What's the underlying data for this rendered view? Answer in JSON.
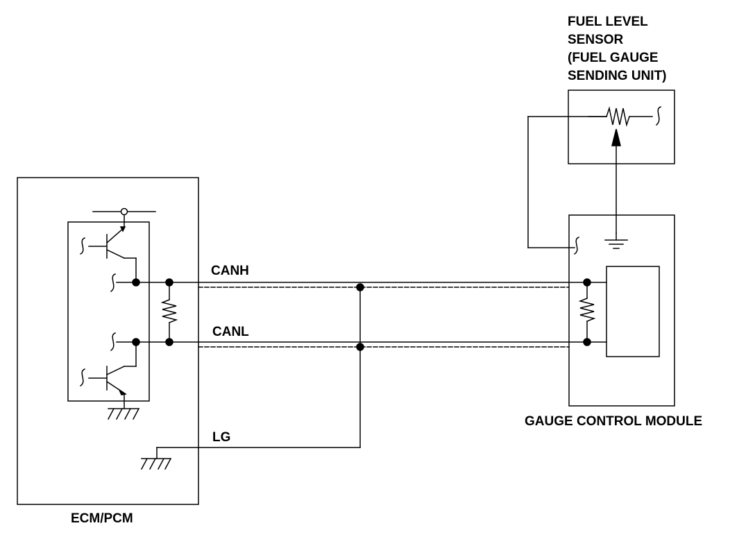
{
  "labels": {
    "sensor_title": [
      "FUEL LEVEL",
      "SENSOR",
      "(FUEL GAUGE",
      "SENDING UNIT)"
    ],
    "canh": "CANH",
    "canl": "CANL",
    "lg": "LG",
    "gauge_module": "GAUGE CONTROL MODULE",
    "ecm": "ECM/PCM"
  },
  "colors": {
    "line": "#000000",
    "background": "#ffffff"
  }
}
